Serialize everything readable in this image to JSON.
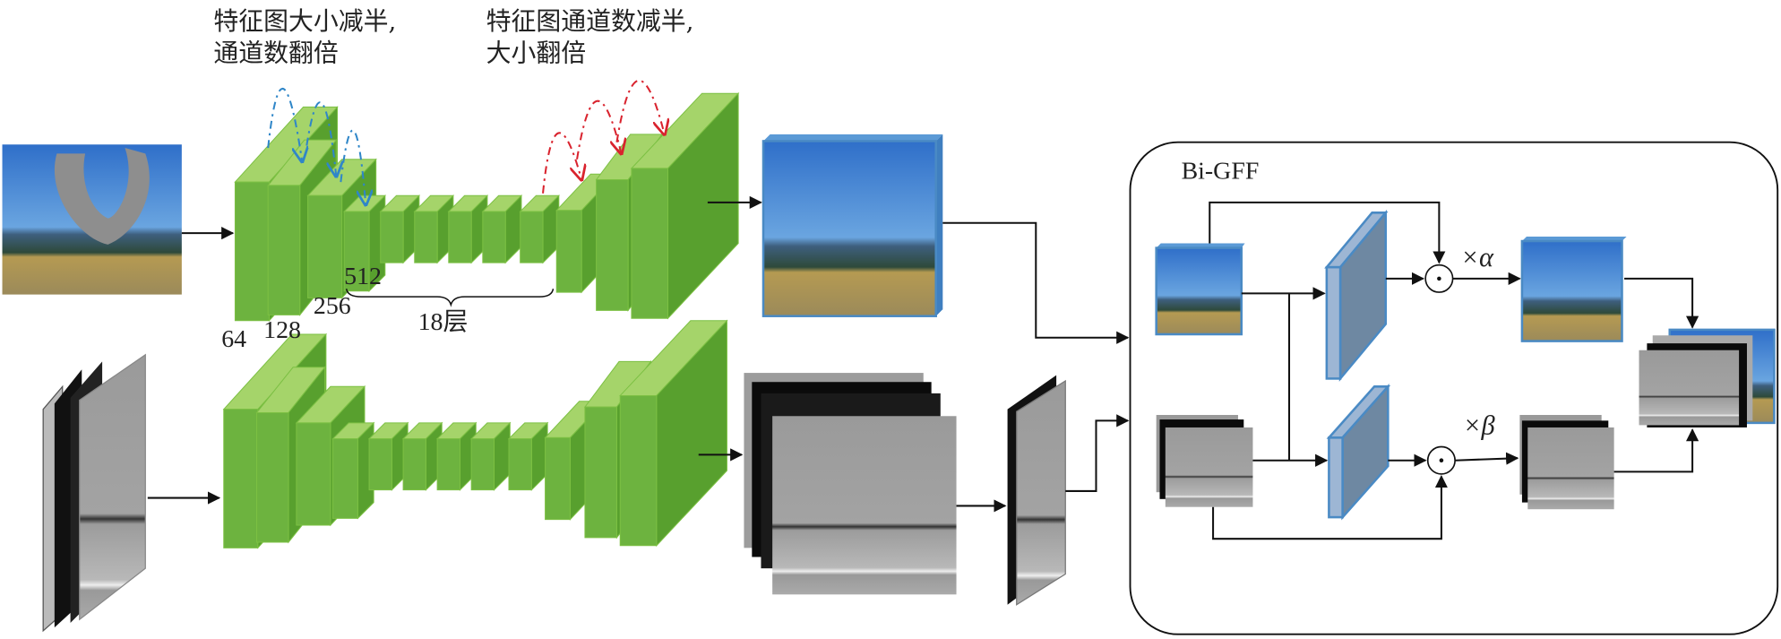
{
  "annotations": {
    "encoder_note_line1": "特征图大小减半,",
    "encoder_note_line2": "通道数翻倍",
    "decoder_note_line1": "特征图通道数减半,",
    "decoder_note_line2": "大小翻倍"
  },
  "channels": {
    "c64": "64",
    "c128": "128",
    "c256": "256",
    "c512": "512",
    "middle_layers": "18层"
  },
  "bigff": {
    "title": "Bi-GFF",
    "alpha_label": "×α",
    "beta_label": "×β",
    "product_symbol": "·"
  },
  "colors": {
    "block_front": "#6db33f",
    "block_top": "#a5d46a",
    "block_side": "#58a02e",
    "encoder_arrow": "#2f86c8",
    "decoder_arrow": "#d9232e",
    "conv_blue": "#4a8ac4"
  }
}
